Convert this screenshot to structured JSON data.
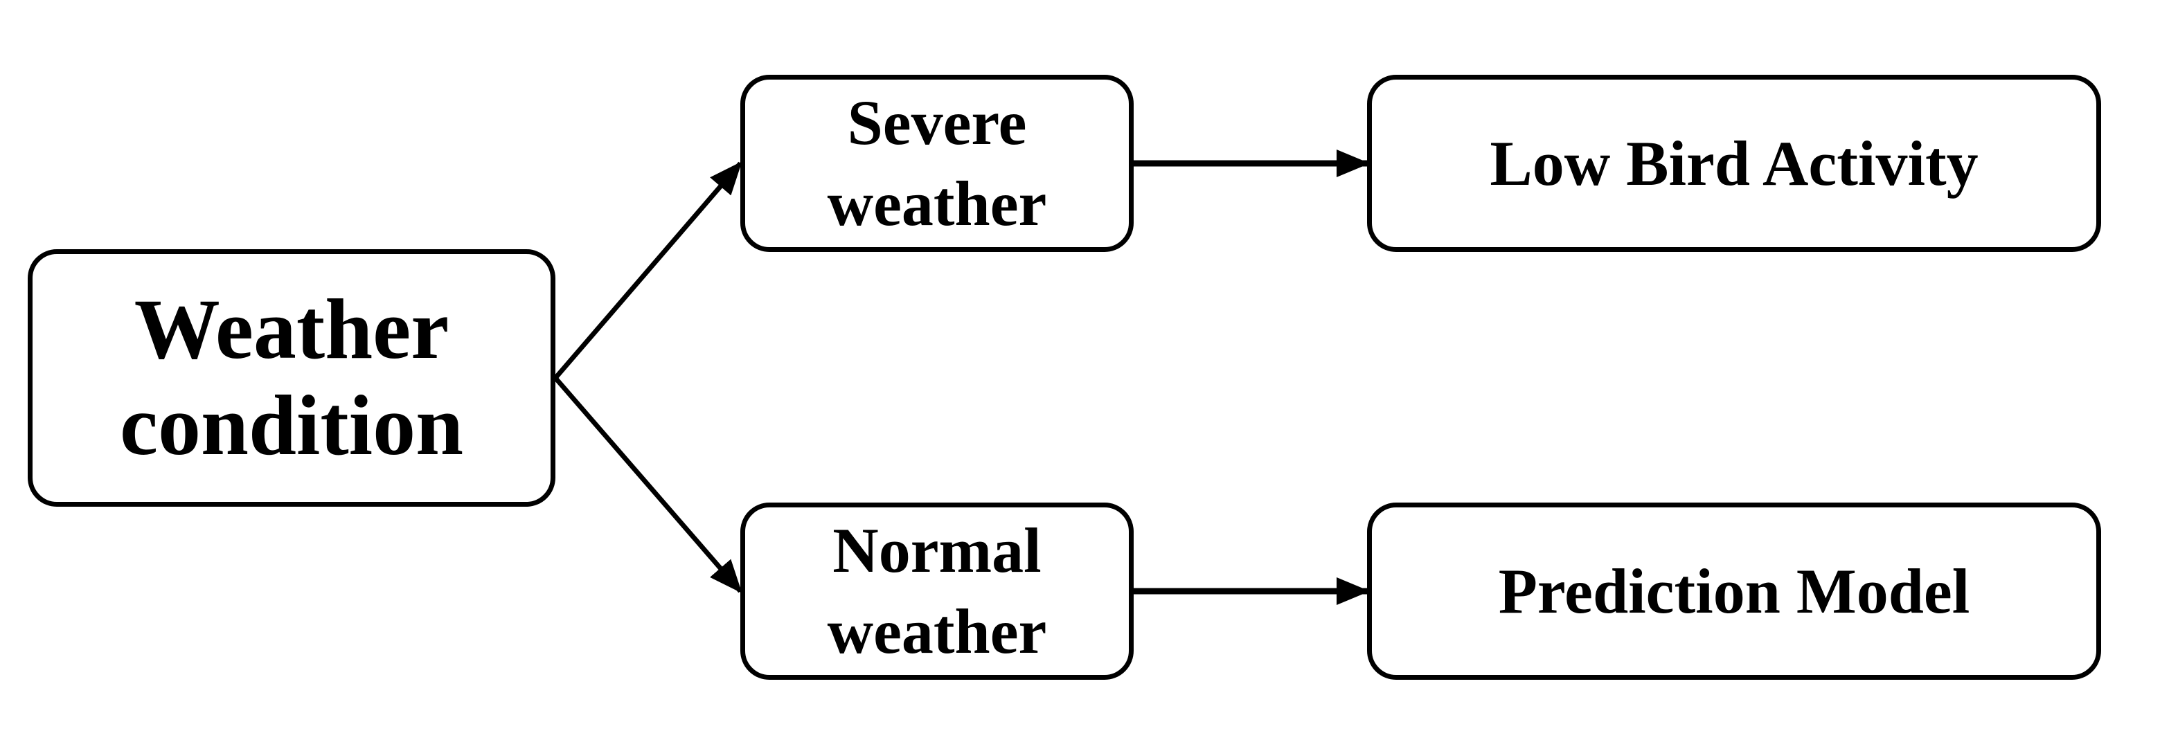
{
  "diagram": {
    "nodes": [
      {
        "id": "weather",
        "label": "Weather\ncondition"
      },
      {
        "id": "severe",
        "label": "Severe\nweather"
      },
      {
        "id": "normal",
        "label": "Normal\nweather"
      },
      {
        "id": "low",
        "label": "Low Bird Activity"
      },
      {
        "id": "pred",
        "label": "Prediction Model"
      }
    ],
    "edges": [
      {
        "from": "weather",
        "to": "severe"
      },
      {
        "from": "weather",
        "to": "normal"
      },
      {
        "from": "severe",
        "to": "low"
      },
      {
        "from": "normal",
        "to": "pred"
      }
    ],
    "colors": {
      "stroke": "#000000",
      "background": "#ffffff"
    }
  }
}
